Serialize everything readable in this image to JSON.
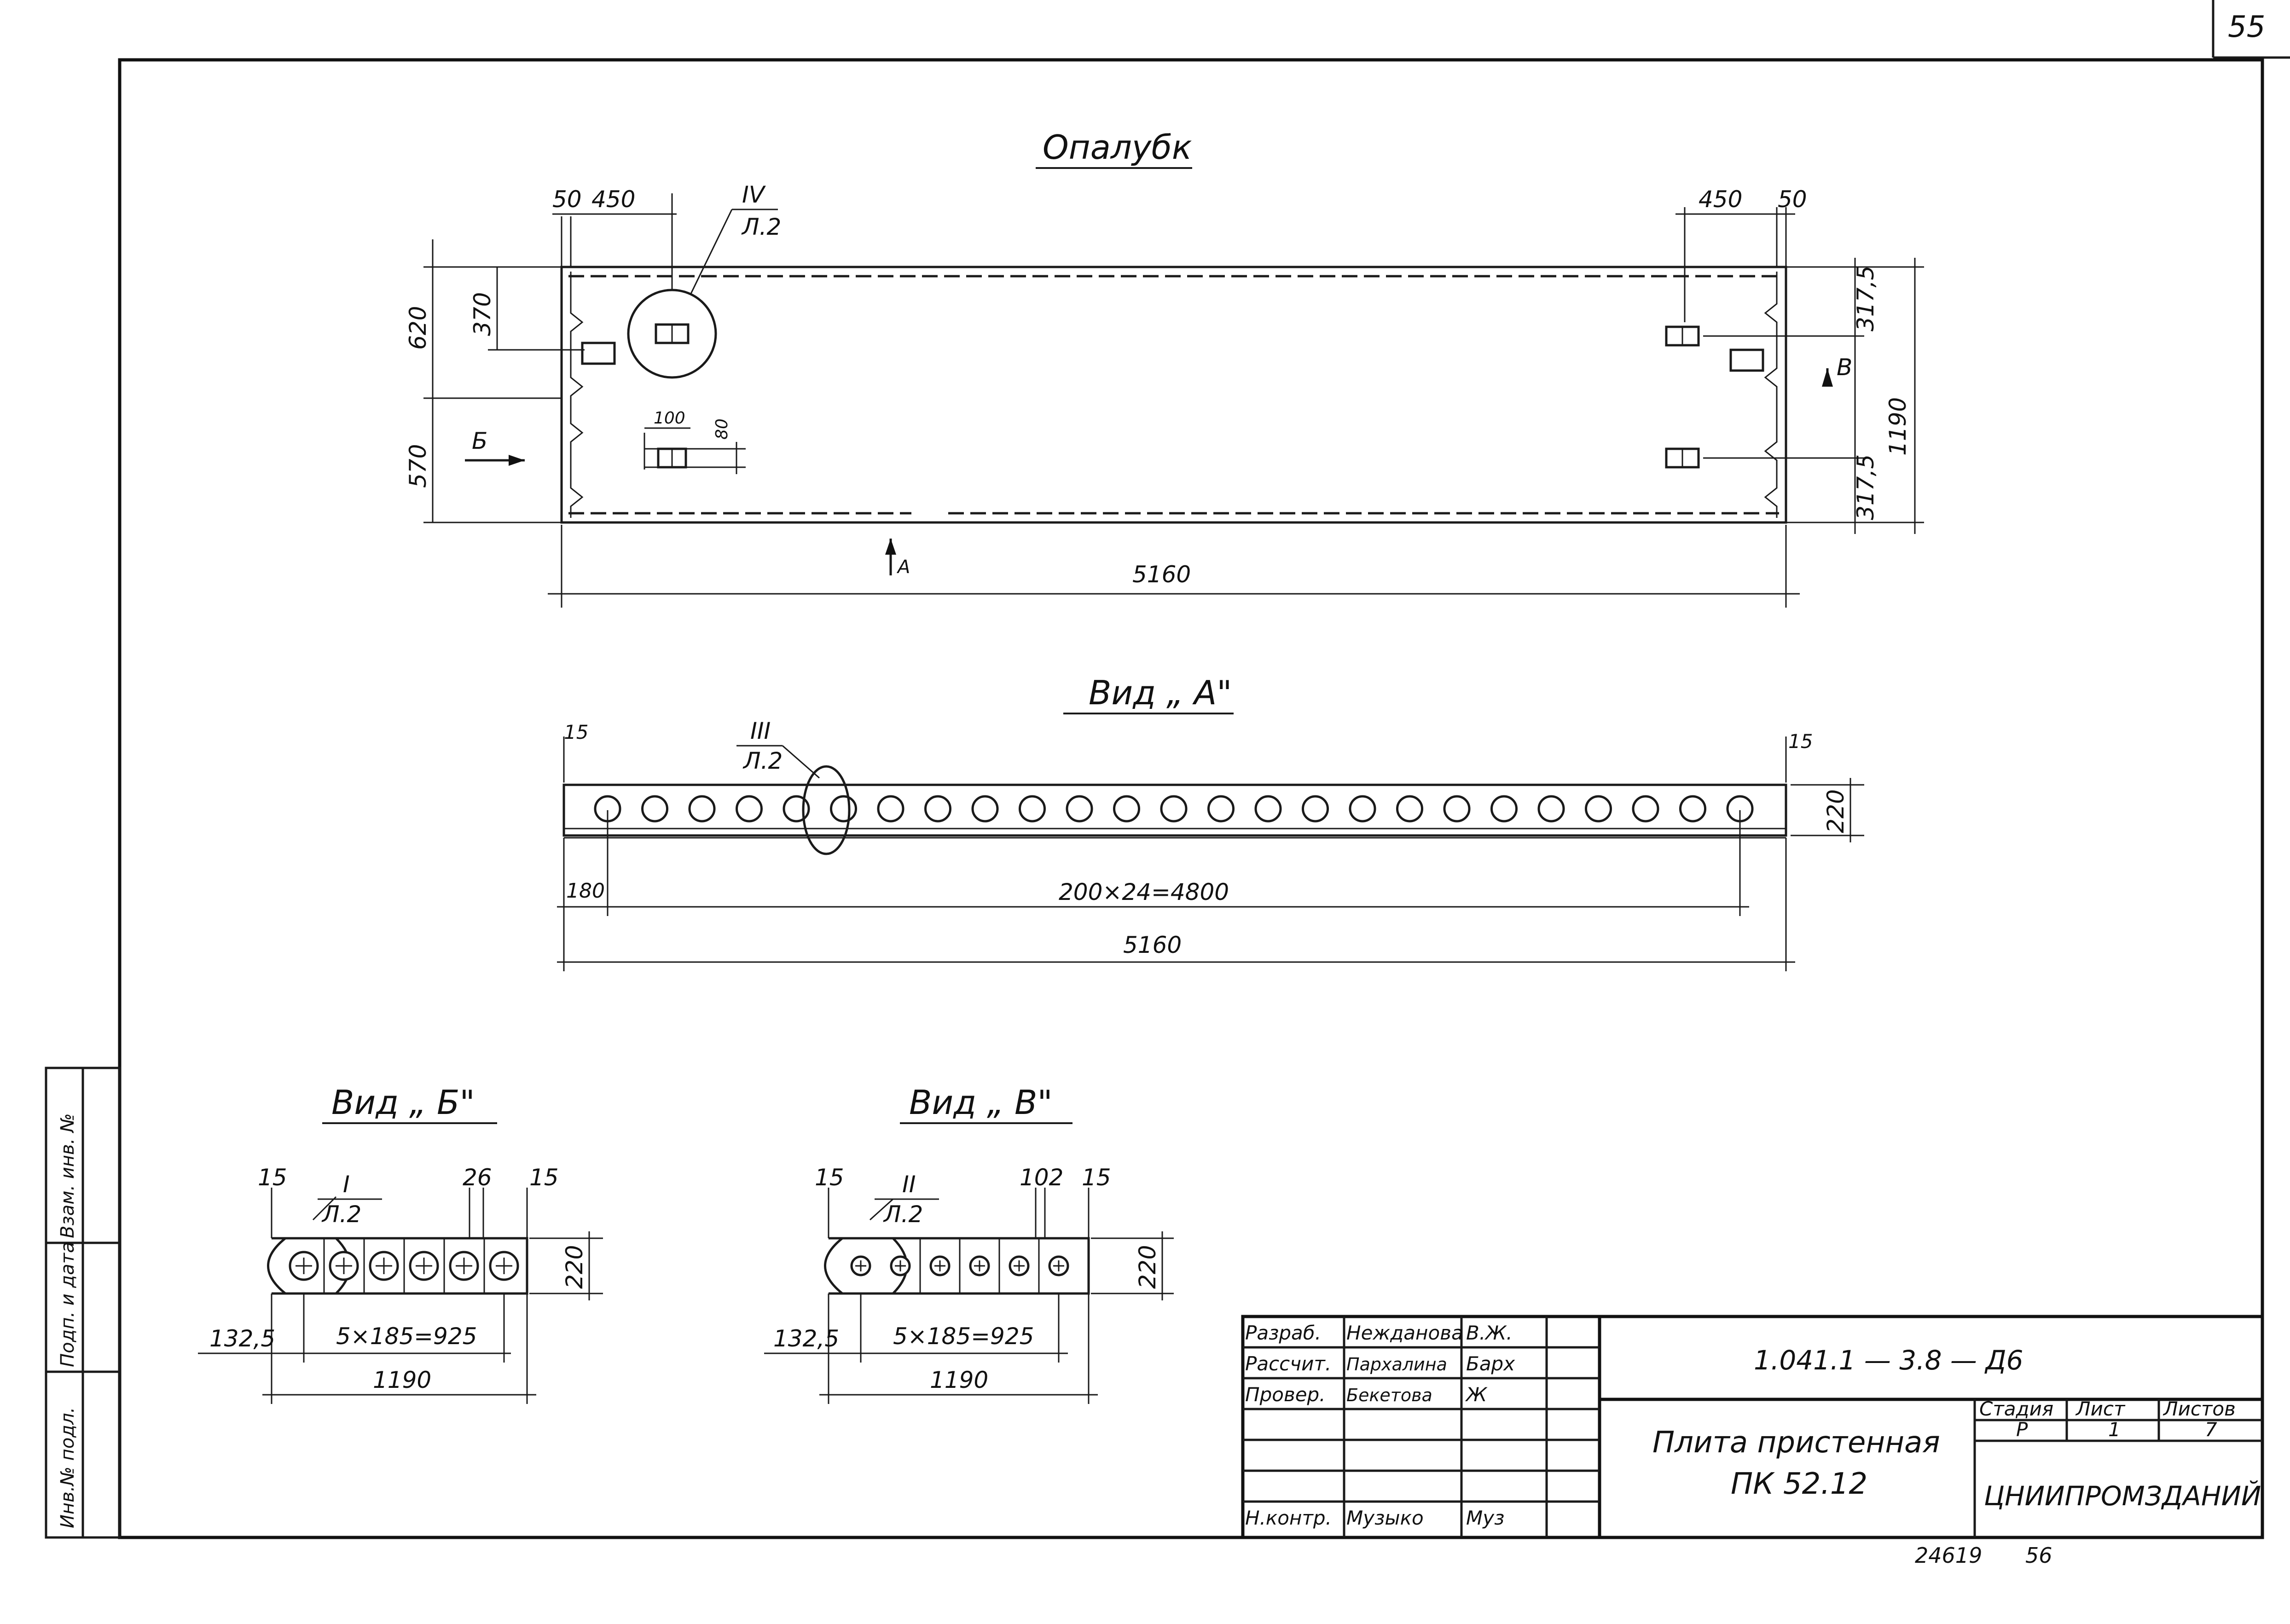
{
  "sheet": {
    "page_number": "55",
    "footer_left": "24619",
    "footer_right": "56"
  },
  "plan": {
    "title": "Опалубк",
    "dim_top_left_a": "50",
    "dim_top_left_b": "450",
    "dim_top_right_a": "450",
    "dim_top_right_b": "50",
    "dim_left_upper": "620",
    "dim_left_lower": "570",
    "dim_left_inner": "370",
    "dim_right_upper": "317,5",
    "dim_right_lower": "317,5",
    "dim_right_total": "1190",
    "dim_small_w": "100",
    "dim_small_h": "80",
    "dim_bottom": "5160",
    "callout_num": "IV",
    "callout_sheet": "Л.2",
    "arrow_b_label": "Б",
    "arrow_a_label": "А",
    "arrow_v_label": "В"
  },
  "view_a": {
    "title": "Вид „ А\"",
    "dim_left_edge": "15",
    "dim_right_edge": "15",
    "dim_height": "220",
    "dim_first": "180",
    "dim_pitch": "200×24=4800",
    "dim_total": "5160",
    "callout_num": "III",
    "callout_sheet": "Л.2",
    "hole_count": 25
  },
  "view_b": {
    "title": "Вид „ Б\"",
    "dim_edge_l": "15",
    "dim_gap": "26",
    "dim_edge_r": "15",
    "dim_height": "220",
    "dim_offset": "132,5",
    "dim_pitch": "5×185=925",
    "dim_total": "1190",
    "callout_num": "I",
    "callout_sheet": "Л.2"
  },
  "view_v": {
    "title": "Вид „ В\"",
    "dim_edge_l": "15",
    "dim_gap": "102",
    "dim_edge_r": "15",
    "dim_height": "220",
    "dim_offset": "132,5",
    "dim_pitch": "5×185=925",
    "dim_total": "1190",
    "callout_num": "II",
    "callout_sheet": "Л.2"
  },
  "side_stamp": {
    "cells": [
      "Инв.№ подл.",
      "Подп. и дата",
      "Взам. инв. №"
    ]
  },
  "title_block": {
    "roles": [
      "Разраб.",
      "Рассчит.",
      "Провер.",
      "",
      "",
      "",
      "Н.контр."
    ],
    "names": [
      "Нежданова",
      "Пархалина",
      "Бекетова",
      "",
      "",
      "",
      "Музыко"
    ],
    "signatures": [
      "В.Ж.",
      "Барх",
      "Ж",
      "",
      "",
      "",
      "Муз"
    ],
    "document_code": "1.041.1 — 3.8 — Д6",
    "product_name": "Плита пристенная",
    "product_mark": "ПК 52.12",
    "stage_header": "Стадия",
    "sheet_header": "Лист",
    "sheets_header": "Листов",
    "stage_value": "Р",
    "sheet_value": "1",
    "sheets_value": "7",
    "organization": "ЦНИИПРОМЗДАНИЙ"
  }
}
